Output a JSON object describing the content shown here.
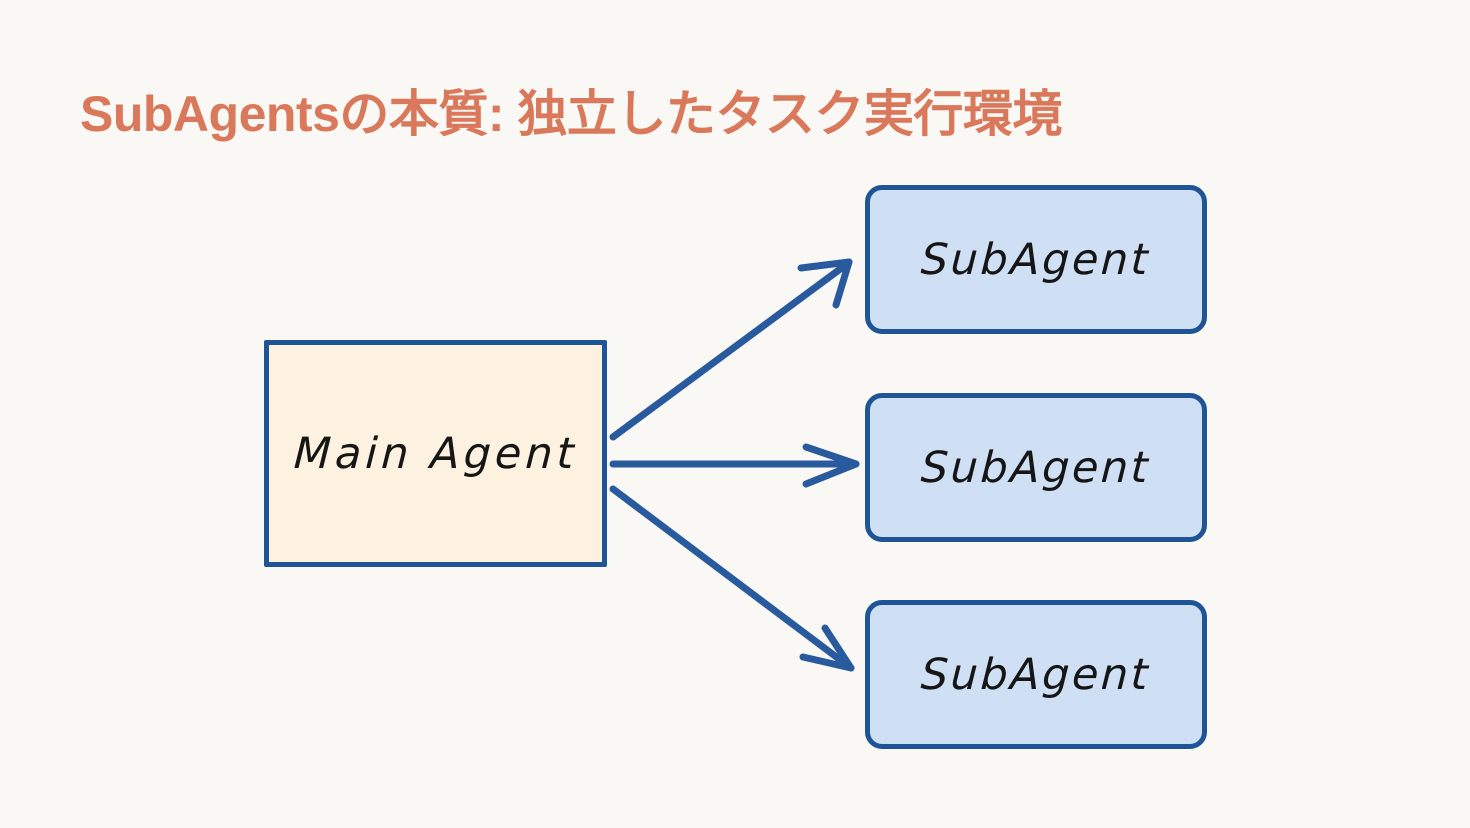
{
  "slide": {
    "title": "SubAgentsの本質: 独立したタスク実行環境",
    "background_color": "#faf8f4",
    "title_color": "#d9785a"
  },
  "diagram": {
    "type": "node-link-diagram",
    "stroke_color": "#1f5596",
    "arrow_color": "#2a5a9e",
    "main_node": {
      "label": "Main Agent",
      "shape": "rectangle",
      "fill_color": "#fdf2e0",
      "border_color": "#1f5596"
    },
    "sub_nodes": [
      {
        "label": "SubAgent",
        "shape": "rounded-rectangle",
        "fill_color": "#cfe0f5",
        "border_color": "#1f5596"
      },
      {
        "label": "SubAgent",
        "shape": "rounded-rectangle",
        "fill_color": "#cfe0f5",
        "border_color": "#1f5596"
      },
      {
        "label": "SubAgent",
        "shape": "rounded-rectangle",
        "fill_color": "#cfe0f5",
        "border_color": "#1f5596"
      }
    ],
    "connections": [
      {
        "from": "Main Agent",
        "to": "SubAgent",
        "direction": "up-right",
        "style": "hand-drawn-arrow"
      },
      {
        "from": "Main Agent",
        "to": "SubAgent",
        "direction": "right",
        "style": "hand-drawn-arrow"
      },
      {
        "from": "Main Agent",
        "to": "SubAgent",
        "direction": "down-right",
        "style": "hand-drawn-arrow"
      }
    ]
  }
}
